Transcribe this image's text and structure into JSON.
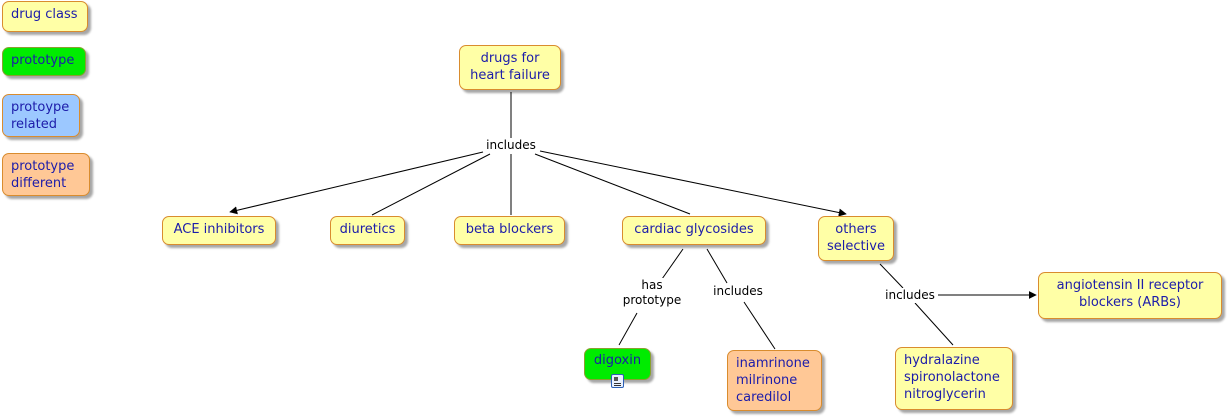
{
  "legend": [
    {
      "label": "drug class",
      "color": "#ffffa6"
    },
    {
      "label": "prototype",
      "color": "#00ec00"
    },
    {
      "label": "protoype\nrelated",
      "color": "#9cc8ff"
    },
    {
      "label": "prototype\n different",
      "color": "#ffc896"
    }
  ],
  "nodes": {
    "root": "drugs for\nheart failure",
    "ace": "ACE inhibitors",
    "diuretics": "diuretics",
    "beta": "beta blockers",
    "cardiac": "cardiac glycosides",
    "others": "others\nselective",
    "digoxin": "digoxin",
    "inamrinone": "inamrinone\nmilrinone\ncaredilol",
    "hydralazine": "hydralazine\nspironolactone\nnitroglycerin",
    "arbs": "angiotensin II receptor\nblockers (ARBs)"
  },
  "link_labels": {
    "root_includes": "includes",
    "has_prototype": "has\nprototype",
    "cardiac_includes": "includes",
    "others_includes": "includes"
  },
  "icons": {
    "digoxin_resource": "document-icon"
  }
}
